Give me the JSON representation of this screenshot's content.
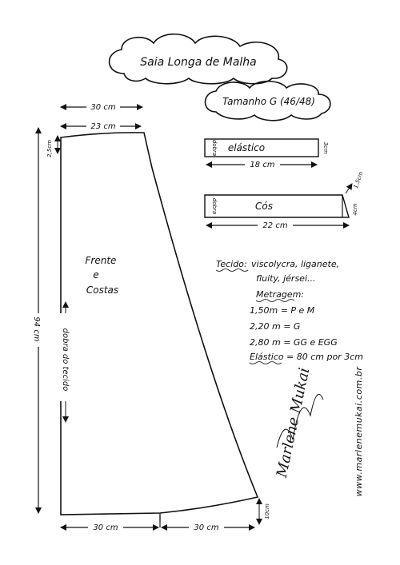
{
  "title": "Saia Longa de Malha",
  "size": "Tamanho G (46/48)",
  "elastic": {
    "label": "elástico",
    "fold": "dobra",
    "width": "3cm",
    "length": "18 cm"
  },
  "waistband": {
    "label": "Cós",
    "fold": "dobra",
    "height": "4cm",
    "extra": "1,5cm",
    "length": "22 cm"
  },
  "skirt": {
    "top_total": "30 cm",
    "top_inner": "23 cm",
    "hip_drop": "2,5cm",
    "length": "94 cm",
    "piece_line1": "Frente",
    "piece_line2": "e",
    "piece_line3": "Costas",
    "fold_note": "dobra do tecido",
    "bottom_left": "30 cm",
    "bottom_right": "30 cm",
    "hem_drop": "10cm"
  },
  "notes": {
    "fabric_label": "Tecido:",
    "fabric_line1": "viscolycra, liganete,",
    "fabric_line2": "fluity, jérsei...",
    "yardage_label": "Metragem:",
    "yardage": [
      "1,50m = P e M",
      "2,20 m = G",
      "2,80 m = GG e EGG"
    ],
    "elastic_label": "Elástico",
    "elastic_value": "= 80 cm por 3cm"
  },
  "signature": "Marlene Mukai",
  "website": "www.marlenemukai.com.br"
}
